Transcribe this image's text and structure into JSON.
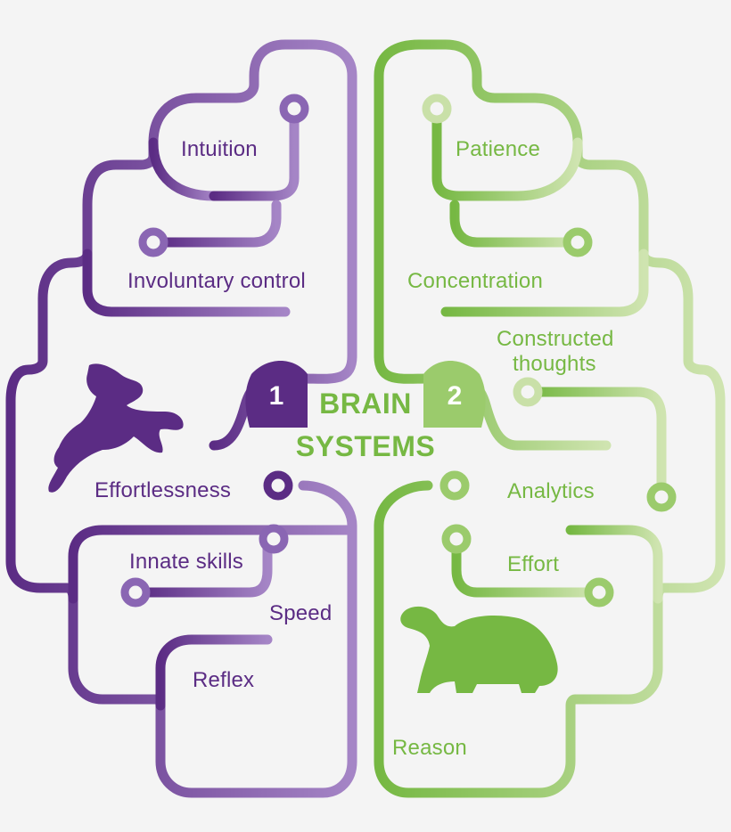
{
  "title": {
    "line1": "BRAIN",
    "line2": "SYSTEMS"
  },
  "colors": {
    "system1": "#5b2c84",
    "system1_light": "#9b7bbd",
    "system2": "#76b843",
    "system2_light": "#c9e0a8",
    "background": "#f4f4f4"
  },
  "system1": {
    "number": "1",
    "icon": "rabbit-icon",
    "labels": {
      "intuition": "Intuition",
      "involuntary_control": "Involuntary control",
      "effortlessness": "Effortlessness",
      "innate_skills": "Innate skills",
      "speed": "Speed",
      "reflex": "Reflex"
    }
  },
  "system2": {
    "number": "2",
    "icon": "tortoise-icon",
    "labels": {
      "patience": "Patience",
      "concentration": "Concentration",
      "constructed_line1": "Constructed",
      "constructed_line2": "thoughts",
      "analytics": "Analytics",
      "effort": "Effort",
      "reason": "Reason"
    }
  }
}
